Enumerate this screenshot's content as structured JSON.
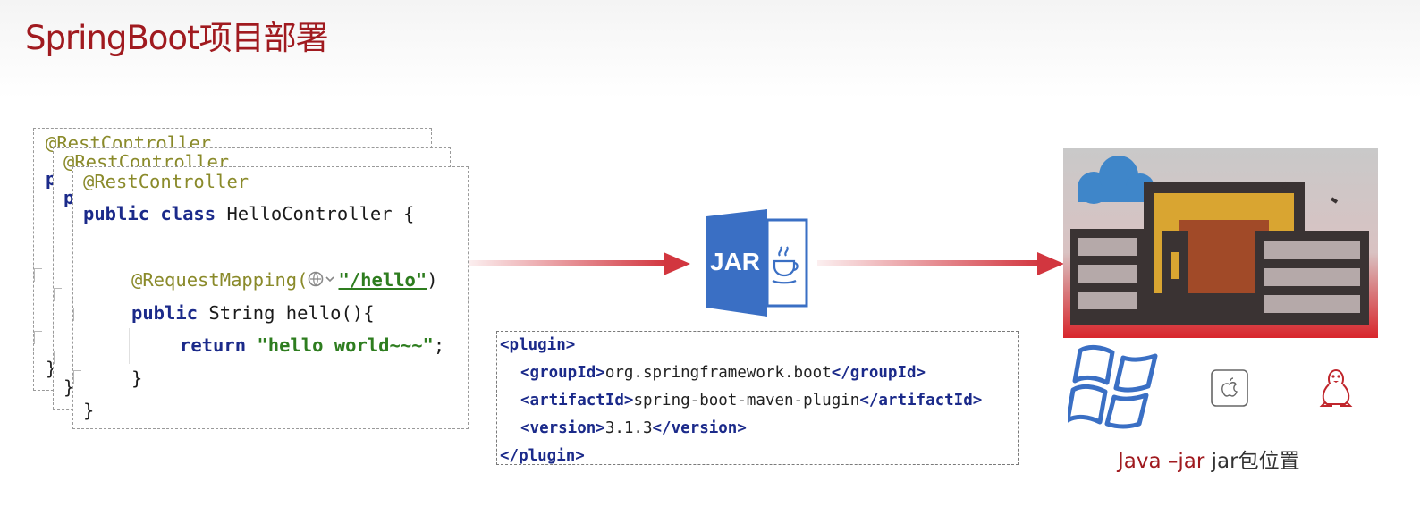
{
  "slide": {
    "title": "SpringBoot项目部署"
  },
  "code": {
    "annotation": "@RestController",
    "class_decl": [
      "public",
      " ",
      "class",
      " HelloController {"
    ],
    "mapping": [
      "@RequestMapping(",
      "\"/hello\"",
      ")"
    ],
    "method_decl": [
      "public",
      " String hello(){"
    ],
    "return_stmt": [
      "return",
      " ",
      "\"hello world~~~\"",
      ";"
    ],
    "close_method": "}",
    "close_class": "}",
    "peek_char": "p",
    "peek_close": "}"
  },
  "jar": {
    "label": "JAR"
  },
  "pom": {
    "open_plugin": "<plugin>",
    "group": {
      "open": "<groupId>",
      "value": "org.springframework.boot",
      "close": "</groupId>"
    },
    "artifact": {
      "open": "<artifactId>",
      "value": "spring-boot-maven-plugin",
      "close": "</artifactId>"
    },
    "version": {
      "open": "<version>",
      "value": "3.1.3",
      "close": "</version>"
    },
    "close_plugin": "</plugin>"
  },
  "caption": {
    "cmd": "Java –jar",
    "rest": " jar包位置"
  },
  "icons": {
    "server": "server-room-icon",
    "windows": "windows-logo-icon",
    "mac": "apple-logo-icon",
    "linux": "linux-penguin-icon",
    "java": "java-cup-icon",
    "globe": "globe-icon",
    "arrow": "arrow-right-icon"
  },
  "colors": {
    "title": "#a01a1f",
    "arrow": "#d2363f",
    "jar_blue": "#3a6fc4",
    "keyword": "#1b2a8a",
    "string": "#2e7d1f",
    "annotation": "#8a8a2a"
  }
}
